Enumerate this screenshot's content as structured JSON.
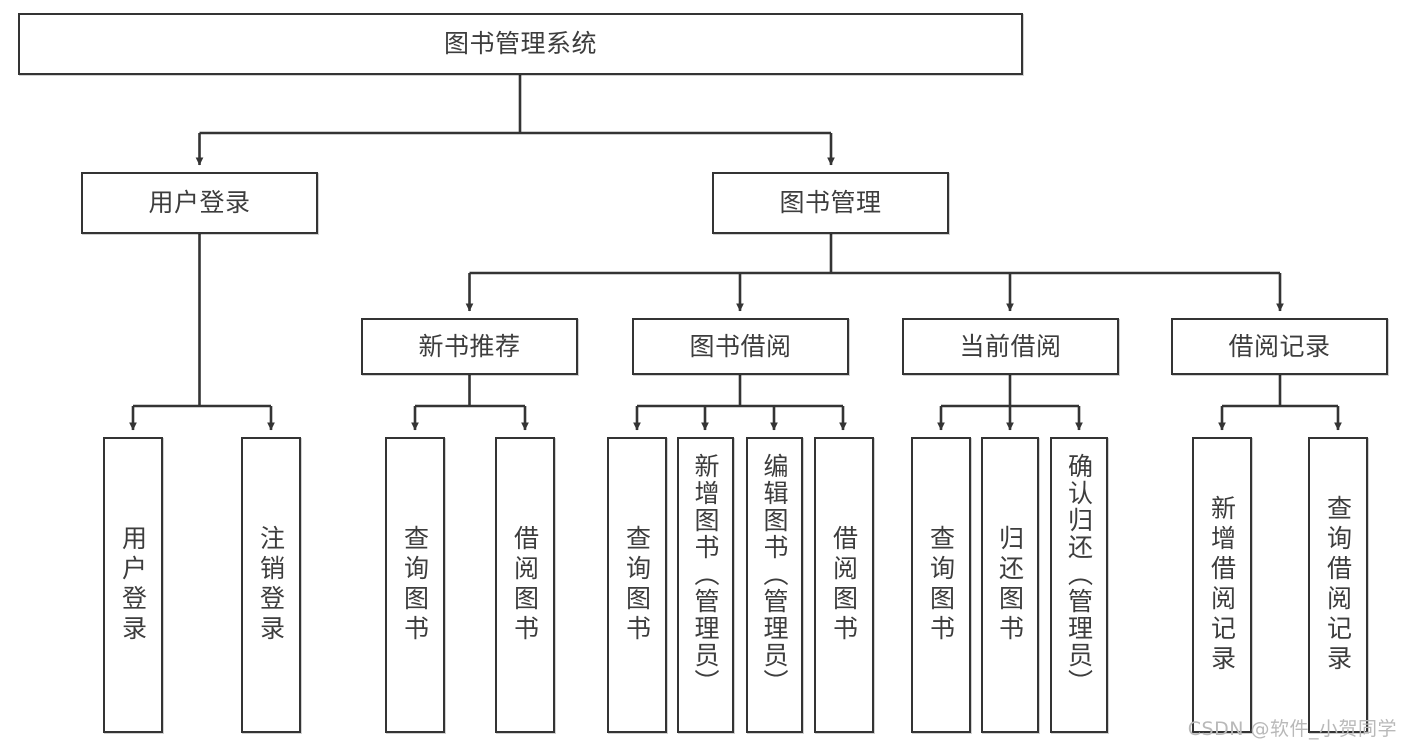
{
  "diagram": {
    "type": "tree-hierarchy-chart",
    "title": "图书管理系统",
    "stroke_color": "#343434",
    "text_color": "#3d3d3d",
    "background_color": "#ffffff",
    "watermark": "CSDN @软件_小贺同学",
    "levels": {
      "level1": [
        {
          "id": "root",
          "label": "图书管理系统"
        }
      ],
      "level2": [
        {
          "id": "user-login",
          "label": "用户登录"
        },
        {
          "id": "book-manage",
          "label": "图书管理"
        }
      ],
      "level3": [
        {
          "id": "new-book-rec",
          "label": "新书推荐"
        },
        {
          "id": "book-borrow",
          "label": "图书借阅"
        },
        {
          "id": "current-borrow",
          "label": "当前借阅"
        },
        {
          "id": "borrow-record",
          "label": "借阅记录"
        }
      ],
      "level4": [
        {
          "id": "leaf-user-login",
          "label": "用户登录",
          "parent": "user-login"
        },
        {
          "id": "leaf-logout",
          "label": "注销登录",
          "parent": "user-login"
        },
        {
          "id": "leaf-query-book-1",
          "label": "查询图书",
          "parent": "new-book-rec"
        },
        {
          "id": "leaf-borrow-book-1",
          "label": "借阅图书",
          "parent": "new-book-rec"
        },
        {
          "id": "leaf-query-book-2",
          "label": "查询图书",
          "parent": "book-borrow"
        },
        {
          "id": "leaf-add-book",
          "label": "新增图书（管理员）",
          "parent": "book-borrow"
        },
        {
          "id": "leaf-edit-book",
          "label": "编辑图书（管理员）",
          "parent": "book-borrow"
        },
        {
          "id": "leaf-borrow-book-2",
          "label": "借阅图书",
          "parent": "book-borrow"
        },
        {
          "id": "leaf-query-book-3",
          "label": "查询图书",
          "parent": "current-borrow"
        },
        {
          "id": "leaf-return-book",
          "label": "归还图书",
          "parent": "current-borrow"
        },
        {
          "id": "leaf-confirm-return",
          "label": "确认归还（管理员）",
          "parent": "current-borrow"
        },
        {
          "id": "leaf-add-record",
          "label": "新增借阅记录",
          "parent": "borrow-record"
        },
        {
          "id": "leaf-query-record",
          "label": "查询借阅记录",
          "parent": "borrow-record"
        }
      ]
    }
  }
}
